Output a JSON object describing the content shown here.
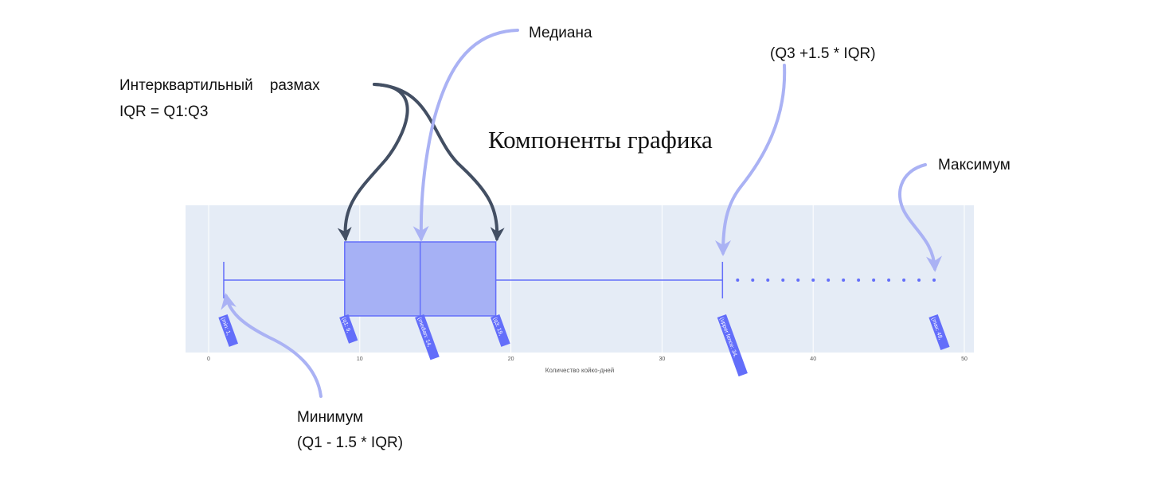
{
  "figure": {
    "title": "Компоненты графика",
    "annotations": {
      "iqr_line1": "Интерквартильный    размах",
      "iqr_line2": "IQR = Q1:Q3",
      "median": "Медиана",
      "upper_fence": "(Q3 +1.5 * IQR)",
      "maximum": "Максимум",
      "minimum_line1": "Минимум",
      "minimum_line2": "(Q1 - 1.5 * IQR)"
    }
  },
  "chart_data": {
    "type": "box",
    "orientation": "horizontal",
    "xlabel": "Количество койко-дней",
    "xlim": [
      -4,
      51.5
    ],
    "xticks": [
      0,
      10,
      20,
      30,
      40,
      50
    ],
    "grid": true,
    "stats": {
      "lower_fence": 1,
      "q1": 9,
      "median": 14,
      "q3": 19,
      "upper_fence": 34,
      "max": 48
    },
    "outliers": [
      35,
      36,
      37,
      38,
      39,
      40,
      41,
      42,
      43,
      44,
      45,
      46,
      47,
      48
    ],
    "hover_labels": [
      "(min: 1,",
      "(q1: 9,",
      "(median: 14,",
      "(q3: 19,",
      "(upper fence: 34,",
      "(max: 48,"
    ],
    "colors": {
      "plot_bg": "#e5ecf6",
      "grid": "#ffffff",
      "box_fill": "#a6b1f5",
      "box_line": "#636efa",
      "dark_arrow": "#434f63",
      "light_arrow": "#aab2f4"
    }
  }
}
